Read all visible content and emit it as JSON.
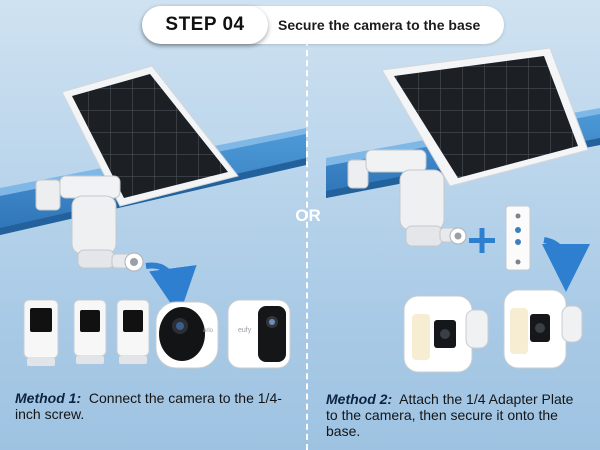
{
  "header": {
    "step_label": "STEP 04",
    "title": "Secure the camera to the base"
  },
  "separator": {
    "label": "OR"
  },
  "method1": {
    "label": "Method 1:",
    "text": "Connect the camera to the 1/4-inch screw."
  },
  "method2": {
    "label": "Method 2:",
    "text": "Attach the 1/4 Adapter Plate to the camera, then secure it onto the base."
  },
  "camera_brand_labels": [
    "arlo",
    "eufy"
  ],
  "colors": {
    "rail": "#3d87c9",
    "arrow": "#2f7fd0",
    "panel": "#1b1e22",
    "frame": "#f3f4f6"
  },
  "icons": [
    "plus-icon",
    "curved-arrow-icon",
    "adapter-plate-icon"
  ]
}
